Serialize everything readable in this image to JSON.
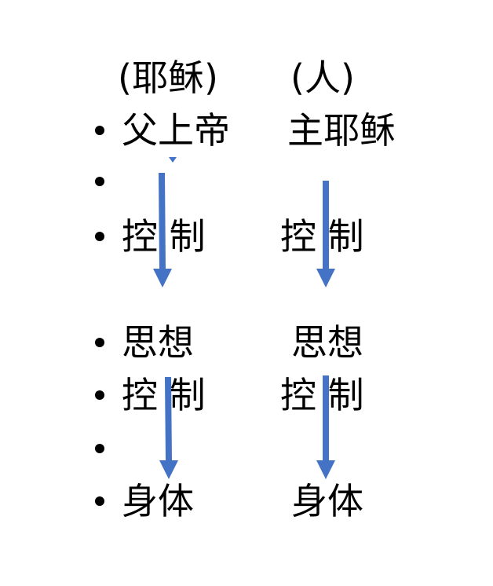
{
  "headers": {
    "left": "(耶稣)",
    "right": "(人)"
  },
  "rows": {
    "r1": {
      "left": "父上帝",
      "right": "主耶稣"
    },
    "r3": {
      "left": "控 制",
      "right": "控 制"
    },
    "r4": {
      "left": "思想",
      "right": "思想"
    },
    "r5": {
      "left": "控 制",
      "right": "控 制"
    },
    "r7": {
      "left": "身体",
      "right": "身体"
    }
  },
  "colors": {
    "arrow": "#4472c4",
    "text": "#000000"
  }
}
